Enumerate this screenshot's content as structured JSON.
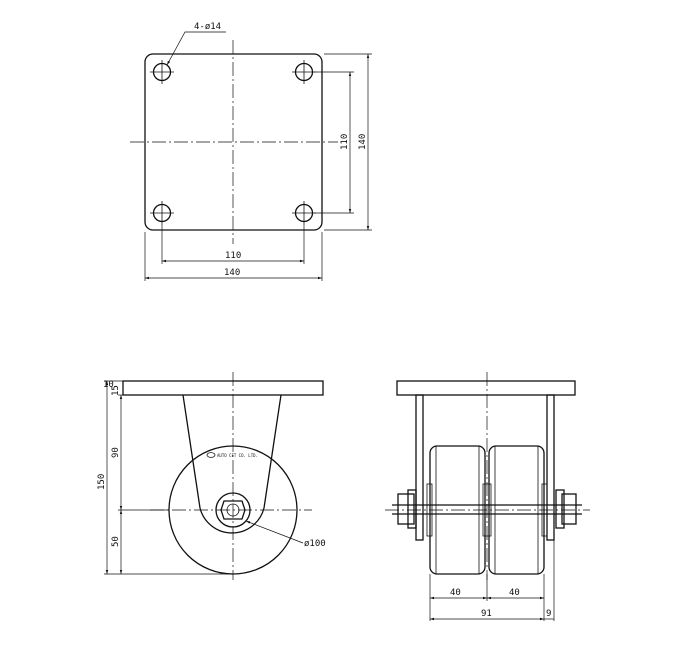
{
  "top_view": {
    "hole_note": "4-ø14",
    "dim_hole_spacing_h": "110",
    "dim_plate_width": "140",
    "dim_hole_spacing_v": "110",
    "dim_plate_height": "140"
  },
  "side_view": {
    "dim_plate_thickness": "10",
    "dim_plate_offset": "15",
    "dim_axle_height": "90",
    "dim_total_height": "150",
    "dim_axle_to_floor": "50",
    "dim_wheel_diameter": "ø100",
    "brand_text": "AUTO CFT CO. LTD."
  },
  "front_view": {
    "dim_wheel_left": "40",
    "dim_wheel_right": "40",
    "dim_overall_width": "91",
    "dim_offset": "9"
  }
}
